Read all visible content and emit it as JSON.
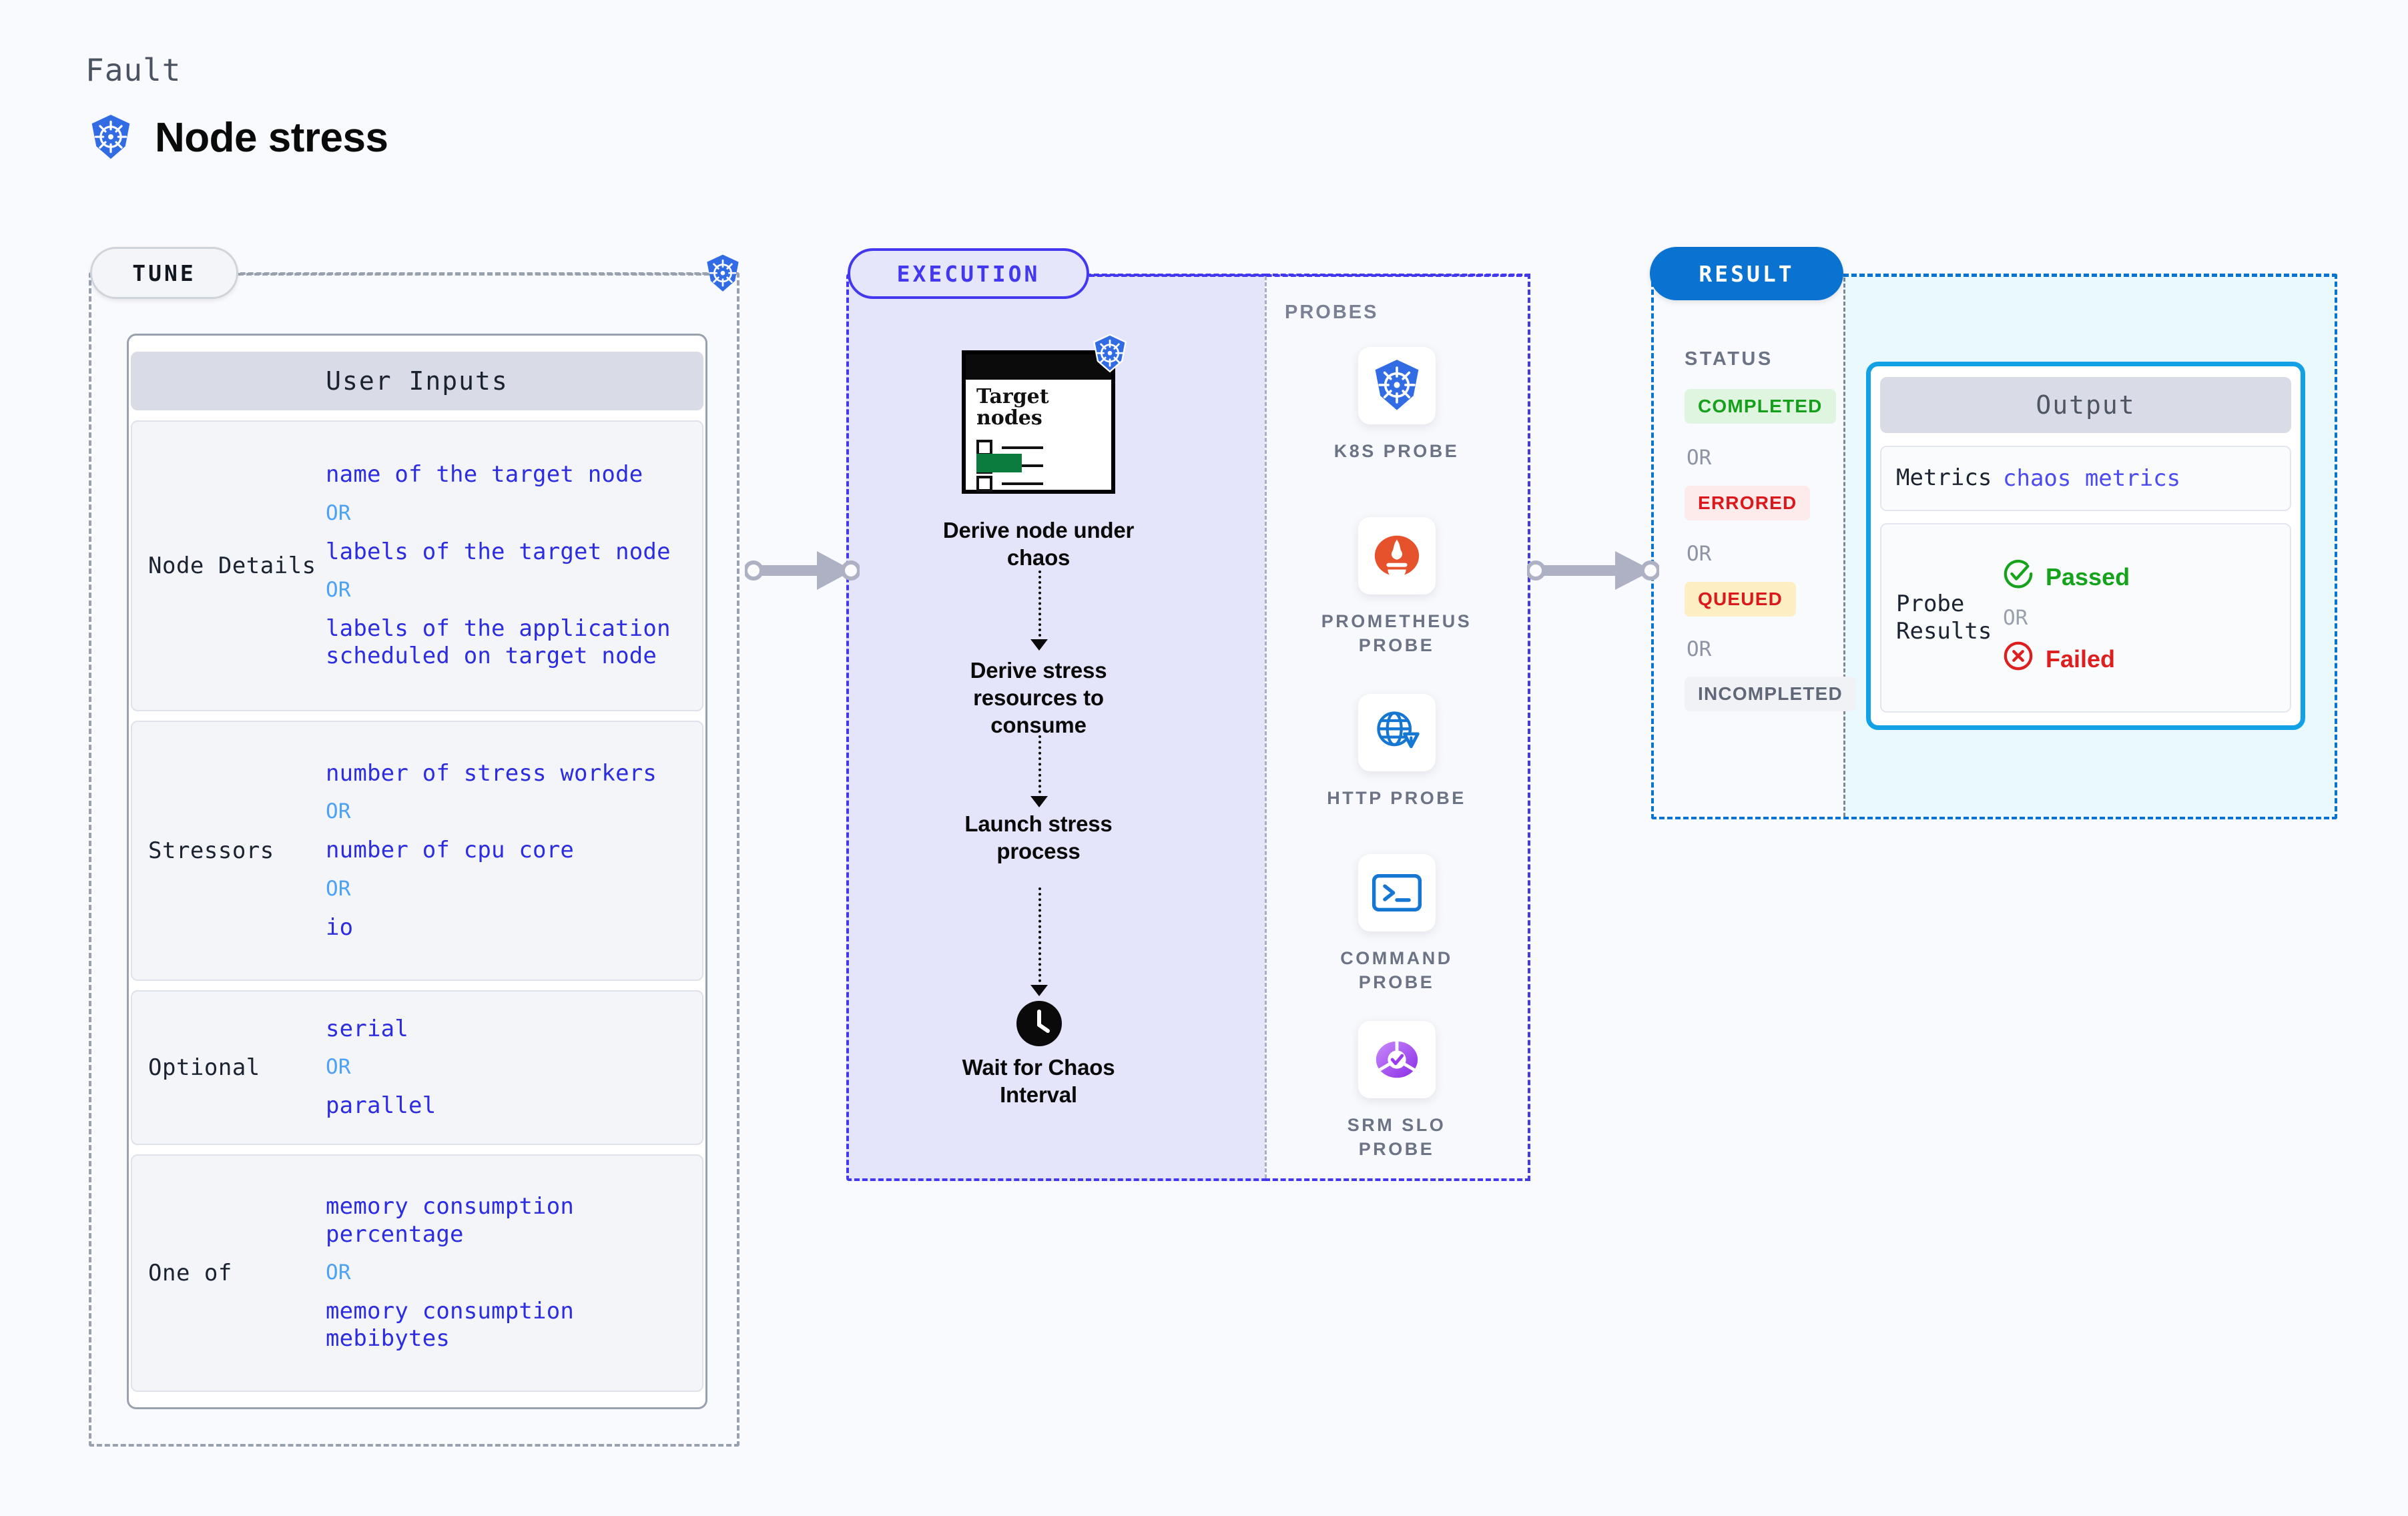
{
  "header": {
    "fault_label": "Fault",
    "title": "Node stress",
    "icon": "kubernetes-icon"
  },
  "stages": {
    "tune": {
      "pill_label": "TUNE",
      "badge_icon": "kubernetes-icon"
    },
    "execution": {
      "pill_label": "EXECUTION"
    },
    "result": {
      "pill_label": "RESULT"
    }
  },
  "tune": {
    "card_title": "User Inputs",
    "rows": [
      {
        "key": "Node Details",
        "values": [
          {
            "type": "option",
            "text": "name of the target node"
          },
          {
            "type": "or",
            "text": "OR"
          },
          {
            "type": "option",
            "text": "labels of the target node"
          },
          {
            "type": "or",
            "text": "OR"
          },
          {
            "type": "option",
            "text": "labels of the application scheduled on target node"
          }
        ]
      },
      {
        "key": "Stressors",
        "values": [
          {
            "type": "option",
            "text": "number of stress workers"
          },
          {
            "type": "or",
            "text": "OR"
          },
          {
            "type": "option",
            "text": "number of cpu core"
          },
          {
            "type": "or",
            "text": "OR"
          },
          {
            "type": "option",
            "text": "io"
          }
        ]
      },
      {
        "key": "Optional",
        "values": [
          {
            "type": "option",
            "text": "serial"
          },
          {
            "type": "or",
            "text": "OR"
          },
          {
            "type": "option",
            "text": "parallel"
          }
        ]
      },
      {
        "key": "One of",
        "values": [
          {
            "type": "option",
            "text": "memory consumption percentage"
          },
          {
            "type": "or",
            "text": "OR"
          },
          {
            "type": "option",
            "text": "memory consumption mebibytes"
          }
        ]
      }
    ]
  },
  "execution": {
    "target_card": {
      "title_line1": "Target",
      "title_line2": "nodes",
      "badge_icon": "kubernetes-icon"
    },
    "steps": [
      {
        "label": "Derive node under chaos",
        "icon": "target-nodes-card"
      },
      {
        "label": "Derive stress resources to consume",
        "icon": ""
      },
      {
        "label": "Launch stress process",
        "icon": ""
      },
      {
        "label": "Wait for Chaos Interval",
        "icon": "clock-icon"
      }
    ]
  },
  "probes": {
    "title": "PROBES",
    "items": [
      {
        "label": "K8S PROBE",
        "icon": "kubernetes-icon"
      },
      {
        "label": "PROMETHEUS PROBE",
        "icon": "prometheus-icon"
      },
      {
        "label": "HTTP PROBE",
        "icon": "http-globe-warning-icon"
      },
      {
        "label": "COMMAND PROBE",
        "icon": "terminal-icon"
      },
      {
        "label": "SRM SLO PROBE",
        "icon": "srm-slo-icon"
      }
    ]
  },
  "result": {
    "status_title": "STATUS",
    "or_label": "OR",
    "statuses": [
      {
        "label": "COMPLETED",
        "bg": "#dff5e0",
        "fg": "#15a01b"
      },
      {
        "label": "ERRORED",
        "bg": "#fdeaea",
        "fg": "#d9191b"
      },
      {
        "label": "QUEUED",
        "bg": "#fdeec3",
        "fg": "#d9191b"
      },
      {
        "label": "INCOMPLETED",
        "bg": "#f1f2f6",
        "fg": "#606777"
      }
    ],
    "output": {
      "title": "Output",
      "metrics_key": "Metrics",
      "metrics_value": "chaos metrics",
      "probe_key_line1": "Probe",
      "probe_key_line2": "Results",
      "passed_label": "Passed",
      "failed_label": "Failed",
      "or_label": "OR"
    }
  },
  "colors": {
    "background": "#f9fafd",
    "k8s_blue": "#326ce5",
    "execution_purple": "#4338ef",
    "result_blue": "#0a72d0",
    "output_border": "#12a1e5",
    "option_text": "#2c2ce0",
    "or_text": "#4da2f5",
    "connector_gray": "#aeb1c4",
    "passed_green": "#16a31c",
    "failed_red": "#dd1f1f"
  }
}
